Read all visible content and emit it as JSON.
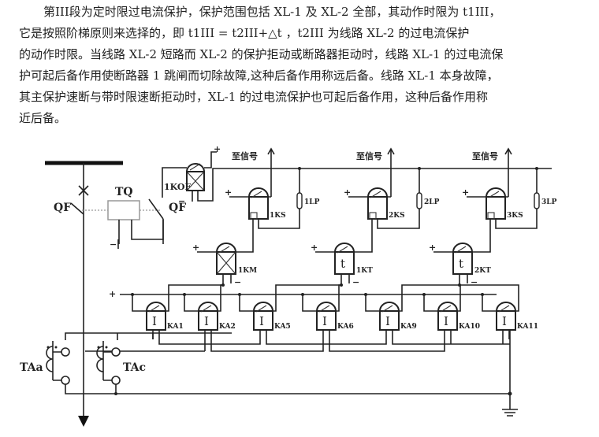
{
  "document": {
    "paragraph_lines": [
      "第III段为定时限过电流保护，保护范围包括 XL-1 及 XL-2 全部，其动作时限为 t1III，",
      "它是按照阶梯原则来选择的，即 t1III  = t2III+△t ，t2III 为线路 XL-2 的过电流保护",
      "的动作时限。当线路 XL-2 短路而 XL-2 的保护拒动或断路器拒动时，线路 XL-1 的过电流保",
      "护可起后备作用使断路器 1 跳闸而切除故障,这种后备作用称远后备。线路 XL-1 本身故障，",
      "其主保护速断与带时限速断拒动时，XL-1 的过电流保护也可起后备作用，这种后备作用称",
      "近后备。"
    ]
  },
  "diagram": {
    "signal_labels": [
      "至信号",
      "至信号",
      "至信号"
    ],
    "breaker_labels": {
      "qf_left": "QF",
      "qf_right": "QF",
      "trip_coil": "TQ",
      "aux_contact": "1KOF"
    },
    "signal_relays": [
      "1KS",
      "2KS",
      "3KS"
    ],
    "pressure_plates": [
      "1LP",
      "2LP",
      "3LP"
    ],
    "intermediate_relay": "1KM",
    "time_relays": [
      "1KT",
      "2KT"
    ],
    "time_relay_symbol": "t",
    "current_relays": [
      "KA1",
      "KA2",
      "KA5",
      "KA6",
      "KA9",
      "KA10",
      "KA11"
    ],
    "current_relay_symbol": "I",
    "current_transformers": [
      "TAa",
      "TAc"
    ],
    "polarity": {
      "plus": "+",
      "minus": "−"
    }
  }
}
